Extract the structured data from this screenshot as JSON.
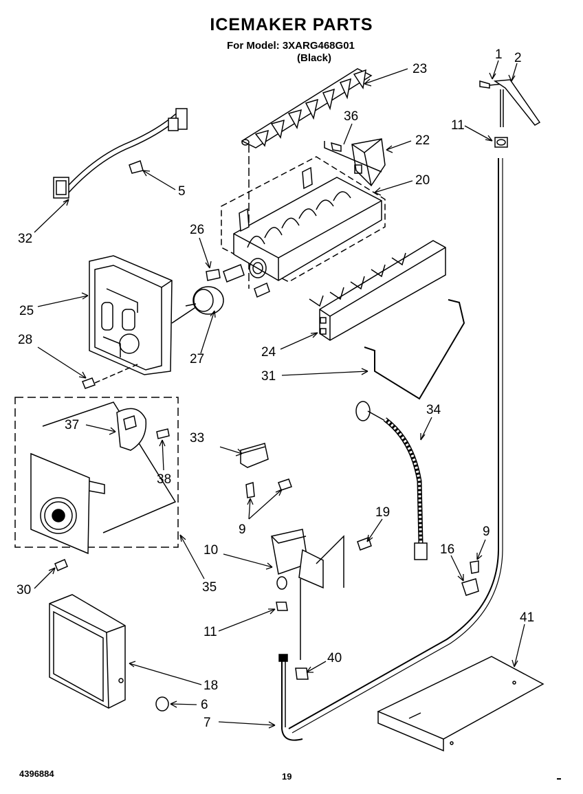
{
  "header": {
    "title": "ICEMAKER PARTS",
    "model_line": "For Model: 3XARG468G01",
    "variant": "(Black)"
  },
  "footer": {
    "doc_number": "4396884",
    "page_number": "19"
  },
  "callouts": {
    "c1": "1",
    "c2": "2",
    "c23": "23",
    "c36": "36",
    "c22": "22",
    "c11a": "11",
    "c20": "20",
    "c5": "5",
    "c32": "32",
    "c26": "26",
    "c25": "25",
    "c27": "27",
    "c24": "24",
    "c28": "28",
    "c31": "31",
    "c34": "34",
    "c37": "37",
    "c33": "33",
    "c38": "38",
    "c9a": "9",
    "c19": "19",
    "c10": "10",
    "c16": "16",
    "c9b": "9",
    "c30": "30",
    "c35": "35",
    "c41": "41",
    "c11b": "11",
    "c40": "40",
    "c18": "18",
    "c6": "6",
    "c7": "7"
  }
}
